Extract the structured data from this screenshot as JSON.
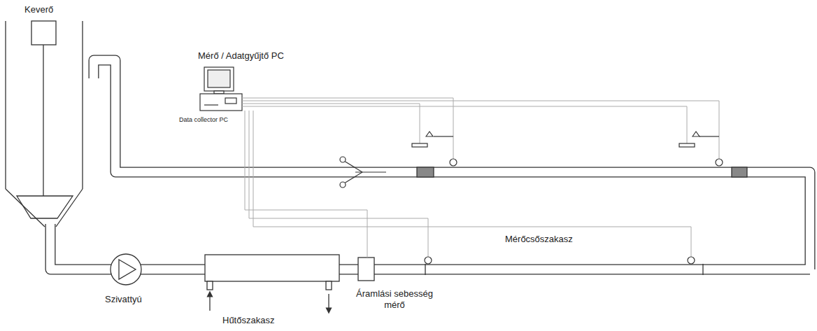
{
  "diagram": {
    "labels": [
      "Keverő",
      "Mérő / Adatgyűjtő PC",
      "Data collector PC",
      "Mérőcsőszakasz",
      "Szivattyú",
      "Hűtőszakasz",
      "Áramlási sebesség mérő"
    ]
  }
}
